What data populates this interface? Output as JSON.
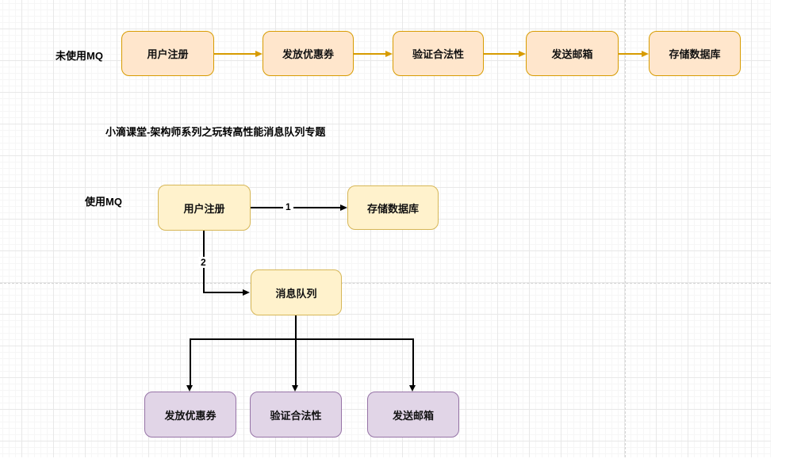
{
  "diagram": {
    "title": "小滴课堂-架构师系列之玩转高性能消息队列专题",
    "labels": {
      "without_mq": "未使用MQ",
      "with_mq": "使用MQ"
    },
    "without_mq_flow": {
      "nodes": [
        "用户注册",
        "发放优惠券",
        "验证合法性",
        "发送邮箱",
        "存储数据库"
      ]
    },
    "with_mq_flow": {
      "nodes": {
        "user_register": "用户注册",
        "store_database": "存储数据库",
        "message_queue": "消息队列",
        "send_coupon": "发放优惠券",
        "validate_legality": "验证合法性",
        "send_email": "发送邮箱"
      },
      "edge_labels": {
        "to_store_database": "1",
        "to_message_queue": "2"
      }
    },
    "colors": {
      "orange_fill": "#FFE6CC",
      "orange_stroke": "#D79B00",
      "yellow_fill": "#FFF2CC",
      "yellow_stroke": "#D6B656",
      "purple_fill": "#E1D5E7",
      "purple_stroke": "#9673A6",
      "edge_color": "#000000"
    }
  }
}
